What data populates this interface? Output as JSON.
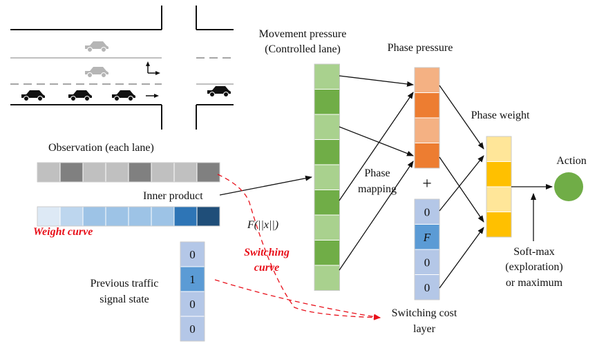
{
  "labels": {
    "movement_pressure_line1": "Movement pressure",
    "movement_pressure_line2": "(Controlled lane)",
    "phase_pressure": "Phase pressure",
    "phase_weight": "Phase weight",
    "observation": "Observation (each lane)",
    "inner_product": "Inner product",
    "weight_curve": "Weight curve",
    "phase_mapping_line1": "Phase",
    "phase_mapping_line2": "mapping",
    "plus_sign": "+",
    "action": "Action",
    "softmax_line1": "Soft-max",
    "softmax_line2": "(exploration)",
    "softmax_line3": "or maximum",
    "f_norm": "F(||x||)",
    "switching_curve_line1": "Switching",
    "switching_curve_line2": "curve",
    "previous_state_line1": "Previous traffic",
    "previous_state_line2": "signal state",
    "switching_cost_line1": "Switching cost",
    "switching_cost_line2": "layer"
  },
  "previous_state_cells": [
    "0",
    "1",
    "0",
    "0"
  ],
  "switching_cost_cells": [
    "0",
    "F",
    "0",
    "0"
  ],
  "colors": {
    "observation": [
      "#c0c0c0",
      "#808080",
      "#c0c0c0",
      "#c0c0c0",
      "#808080",
      "#c0c0c0",
      "#c0c0c0",
      "#808080"
    ],
    "weight": [
      "#dde9f5",
      "#bdd6ee",
      "#9dc3e6",
      "#9dc3e6",
      "#9dc3e6",
      "#9dc3e6",
      "#2e75b6",
      "#1f4e79"
    ],
    "movement": [
      "#a9d18e",
      "#70ad47",
      "#a9d18e",
      "#70ad47",
      "#a9d18e",
      "#70ad47",
      "#a9d18e",
      "#70ad47",
      "#a9d18e"
    ],
    "phase_pressure": [
      "#f4b183",
      "#ed7d31",
      "#f4b183",
      "#ed7d31"
    ],
    "phase_weight": [
      "#ffe699",
      "#ffc000",
      "#ffe699",
      "#ffc000"
    ],
    "previous_state": [
      "#b4c7e7",
      "#5b9bd5",
      "#b4c7e7",
      "#b4c7e7"
    ],
    "switching_cost": [
      "#b4c7e7",
      "#5b9bd5",
      "#b4c7e7",
      "#b4c7e7"
    ],
    "action_node": "#70ad47",
    "red_annotation": "#e8101a"
  }
}
